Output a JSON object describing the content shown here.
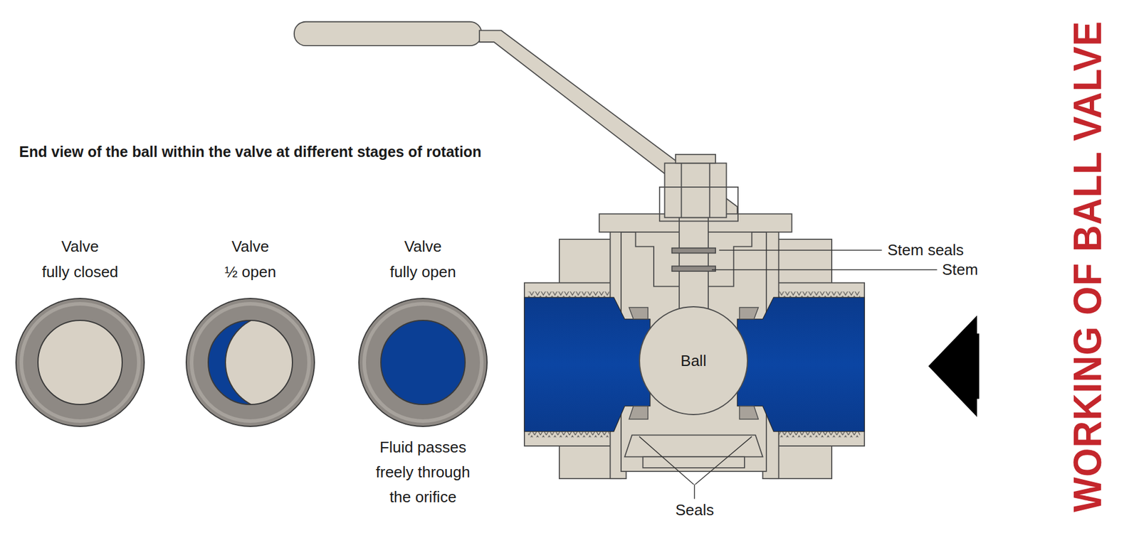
{
  "diagram": {
    "title": "WORKING OF BALL VALVE",
    "nodes": [
      {
        "text": [
          "Valve fully closed"
        ]
      },
      {
        "text": [
          "Valve ½ open"
        ]
      },
      {
        "text": [
          "Valve fully open",
          "Fluid passes freely through the orifice"
        ]
      },
      {
        "text": [
          "Ball"
        ]
      }
    ],
    "labels": [
      "End view of the ball within the valve at different stages of rotation",
      "Stem seals",
      "Stem",
      "Seals"
    ]
  }
}
